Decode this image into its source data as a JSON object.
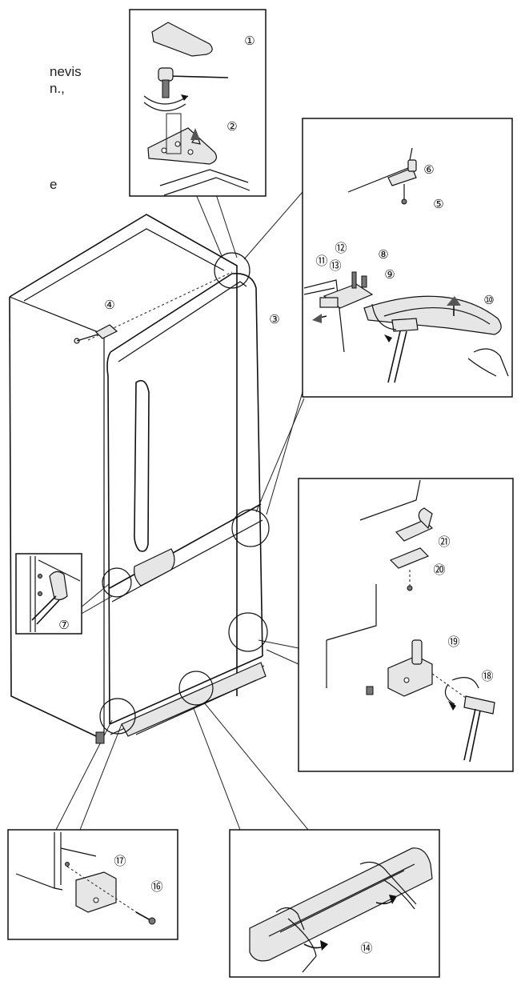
{
  "text_fragments": [
    "nevis",
    "n.,",
    "e"
  ],
  "callouts": {
    "c1": "①",
    "c2": "②",
    "c3": "③",
    "c4": "④",
    "c5": "⑤",
    "c6": "⑥",
    "c7": "⑦",
    "c8": "⑧",
    "c9": "⑨",
    "c10": "⑩",
    "c11": "⑪",
    "c12": "⑫",
    "c13": "⑬",
    "c14": "⑭",
    "c16": "⑯",
    "c17": "⑰",
    "c18": "⑱",
    "c19": "⑲",
    "c20": "⑳",
    "c21": "㉑"
  }
}
